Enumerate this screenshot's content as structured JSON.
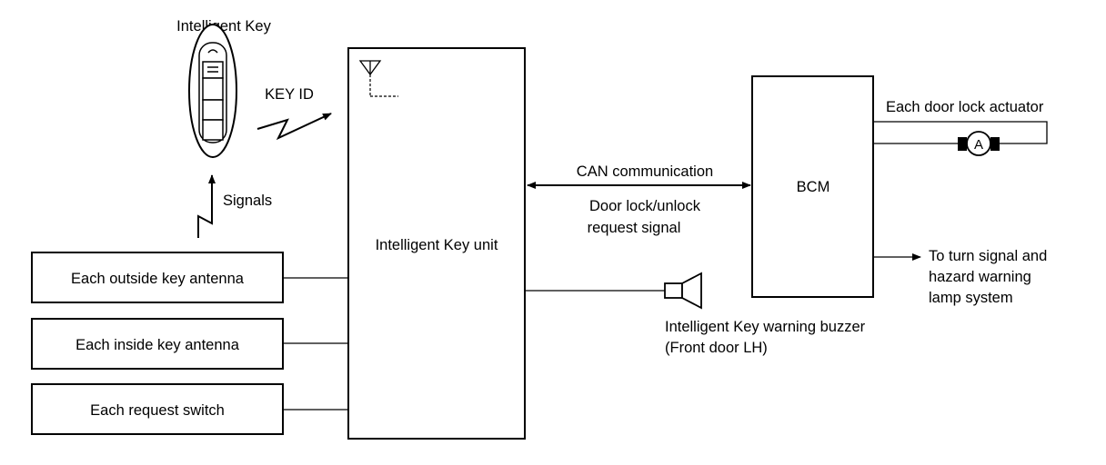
{
  "key_fob": {
    "title": "Intelligent Key",
    "key_id_label": "KEY ID",
    "signals_label": "Signals"
  },
  "antennas": {
    "outside": "Each outside key antenna",
    "inside": "Each inside key antenna",
    "request_switch": "Each request switch"
  },
  "unit": {
    "label": "Intelligent Key unit"
  },
  "can": {
    "label": "CAN communication",
    "signal_line1": "Door lock/unlock",
    "signal_line2": "request signal"
  },
  "bcm": {
    "label": "BCM",
    "actuator_label": "Each door lock actuator",
    "actuator_symbol": "A",
    "turn_line1": "To turn signal and",
    "turn_line2": "hazard warning",
    "turn_line3": "lamp system"
  },
  "buzzer": {
    "line1": "Intelligent Key warning buzzer",
    "line2": "(Front door LH)"
  }
}
